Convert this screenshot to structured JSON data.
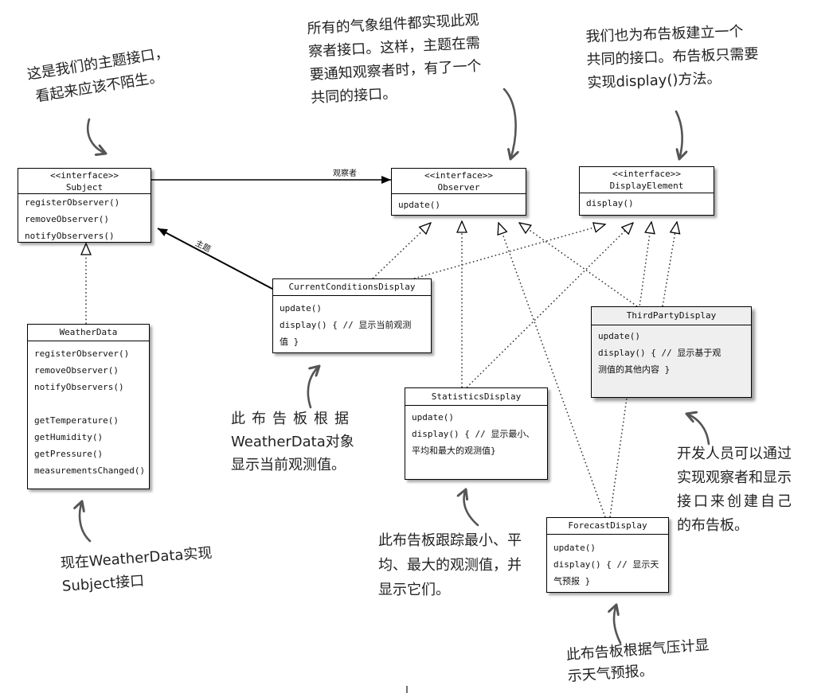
{
  "colors": {
    "line": "#000000",
    "dots": "#333333",
    "hand_arrow": "#555555",
    "third_party_fill": "#efefef"
  },
  "diagram": {
    "classes": {
      "subject": {
        "stereotype": "<<interface>>",
        "name": "Subject",
        "methods": [
          "registerObserver()",
          "removeObserver()",
          "notifyObservers()"
        ]
      },
      "observer": {
        "stereotype": "<<interface>>",
        "name": "Observer",
        "methods": [
          "update()"
        ]
      },
      "display_element": {
        "stereotype": "<<interface>>",
        "name": "DisplayElement",
        "methods": [
          "display()"
        ]
      },
      "weather_data": {
        "name": "WeatherData",
        "methods": [
          "registerObserver()",
          "removeObserver()",
          "notifyObservers()"
        ],
        "getters": [
          "getTemperature()",
          "getHumidity()",
          "getPressure()",
          "measurementsChanged()"
        ]
      },
      "current_conditions_display": {
        "name": "CurrentConditionsDisplay",
        "methods": [
          "update()",
          "display() { // 显示当前观测",
          "值 }"
        ]
      },
      "statistics_display": {
        "name": "StatisticsDisplay",
        "methods": [
          "update()",
          "display() { // 显示最小、",
          "平均和最大的观测值}"
        ]
      },
      "third_party_display": {
        "name": "ThirdPartyDisplay",
        "methods": [
          "update()",
          "display() { // 显示基于观",
          "测值的其他内容 }"
        ]
      },
      "forecast_display": {
        "name": "ForecastDisplay",
        "methods": [
          "update()",
          "display() { // 显示天",
          "气预报 }"
        ]
      }
    },
    "relations": {
      "observers_label": "观察者",
      "subject_label": "主题"
    },
    "annotations": {
      "subject_note": [
        "这是我们的主题接口，",
        "看起来应该不陌生。"
      ],
      "observer_note": [
        "所有的气象组件都实现此观",
        "察者接口。这样，主题在需",
        "要通知观察者时，有了一个",
        "共同的接口。"
      ],
      "display_note": [
        "我们也为布告板建立一个",
        "共同的接口。布告板只需要",
        "实现display()方法。"
      ],
      "current_note": [
        "此布告板根据",
        "WeatherData对象",
        "显示当前观测值。"
      ],
      "weatherdata_note": [
        "现在WeatherData实现",
        "Subject接口"
      ],
      "statistics_note": [
        "此布告板跟踪最小、平",
        "均、最大的观测值，并",
        "显示它们。"
      ],
      "thirdparty_note": [
        "开发人员可以通过",
        "实现观察者和显示",
        "接口来创建自己",
        "的布告板。"
      ],
      "forecast_note": [
        "此布告板根据气压计显",
        "示天气预报。"
      ]
    }
  }
}
